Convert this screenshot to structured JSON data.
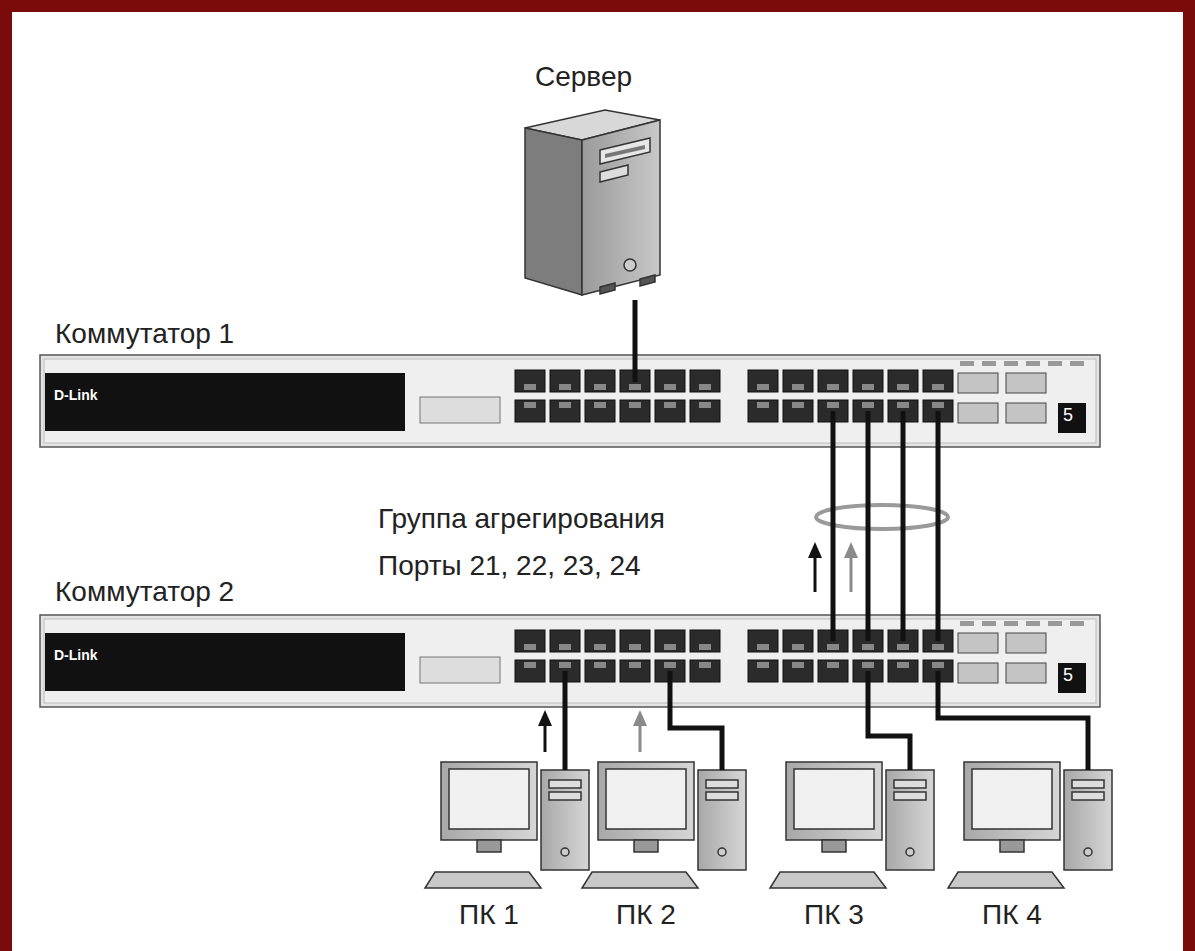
{
  "diagram": {
    "nodes": [
      {
        "text": [
          "Сервер"
        ]
      },
      {
        "text": [
          "Коммутатор 1"
        ]
      },
      {
        "text": [
          "Коммутатор 2"
        ]
      },
      {
        "text": [
          "ПК 1"
        ]
      },
      {
        "text": [
          "ПК 2"
        ]
      },
      {
        "text": [
          "ПК 3"
        ]
      },
      {
        "text": [
          "ПК 4"
        ]
      }
    ],
    "edges": [
      {
        "from": 0,
        "to": 1,
        "arrow": "none"
      },
      {
        "from": 1,
        "to": 2,
        "arrow": "none"
      },
      {
        "from": 1,
        "to": 2,
        "arrow": "none"
      },
      {
        "from": 1,
        "to": 2,
        "arrow": "none"
      },
      {
        "from": 1,
        "to": 2,
        "arrow": "none"
      },
      {
        "from": 3,
        "to": 2,
        "arrow": "none"
      },
      {
        "from": 4,
        "to": 2,
        "arrow": "none"
      },
      {
        "from": 5,
        "to": 2,
        "arrow": "none"
      },
      {
        "from": 6,
        "to": 2,
        "arrow": "none"
      }
    ],
    "labels": [
      "Группа агрегирования",
      "Порты 21, 22, 23, 24",
      "D-Link",
      "D-Link",
      "5",
      "5"
    ]
  }
}
